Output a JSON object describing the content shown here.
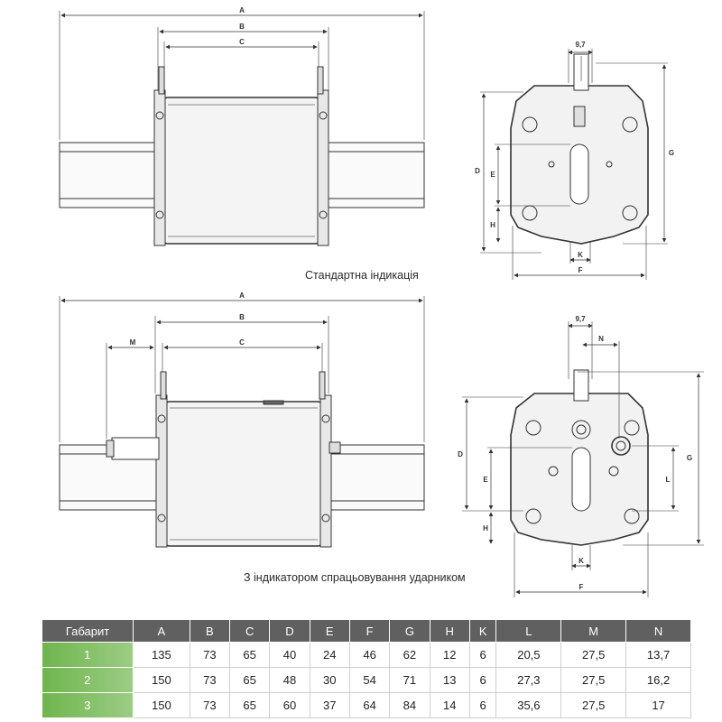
{
  "labels": {
    "top_front": {
      "A": "A",
      "B": "B",
      "C": "C"
    },
    "top_side": {
      "w97": "9,7",
      "D": "D",
      "E": "E",
      "H": "H",
      "G": "G",
      "K": "K",
      "F": "F"
    },
    "bottom_front": {
      "A": "A",
      "B": "B",
      "C": "C",
      "M": "M"
    },
    "bottom_side": {
      "w97": "9,7",
      "N": "N",
      "D": "D",
      "E": "E",
      "H": "H",
      "G": "G",
      "L": "L",
      "K": "K",
      "F": "F"
    }
  },
  "captions": {
    "standard": "Стандартна  індикація",
    "striker": "З індикатором спрацьовування ударником"
  },
  "colors": {
    "header_bg": "#606060",
    "size_green": "#6fb54e",
    "line": "#333333"
  },
  "table": {
    "headers": [
      "Габарит",
      "A",
      "B",
      "C",
      "D",
      "E",
      "F",
      "G",
      "H",
      "K",
      "L",
      "M",
      "N"
    ],
    "rows": [
      [
        "1",
        "135",
        "73",
        "65",
        "40",
        "24",
        "46",
        "62",
        "12",
        "6",
        "20,5",
        "27,5",
        "13,7"
      ],
      [
        "2",
        "150",
        "73",
        "65",
        "48",
        "30",
        "54",
        "71",
        "13",
        "6",
        "27,3",
        "27,5",
        "16,2"
      ],
      [
        "3",
        "150",
        "73",
        "65",
        "60",
        "37",
        "64",
        "84",
        "14",
        "6",
        "35,6",
        "27,5",
        "17"
      ]
    ]
  }
}
